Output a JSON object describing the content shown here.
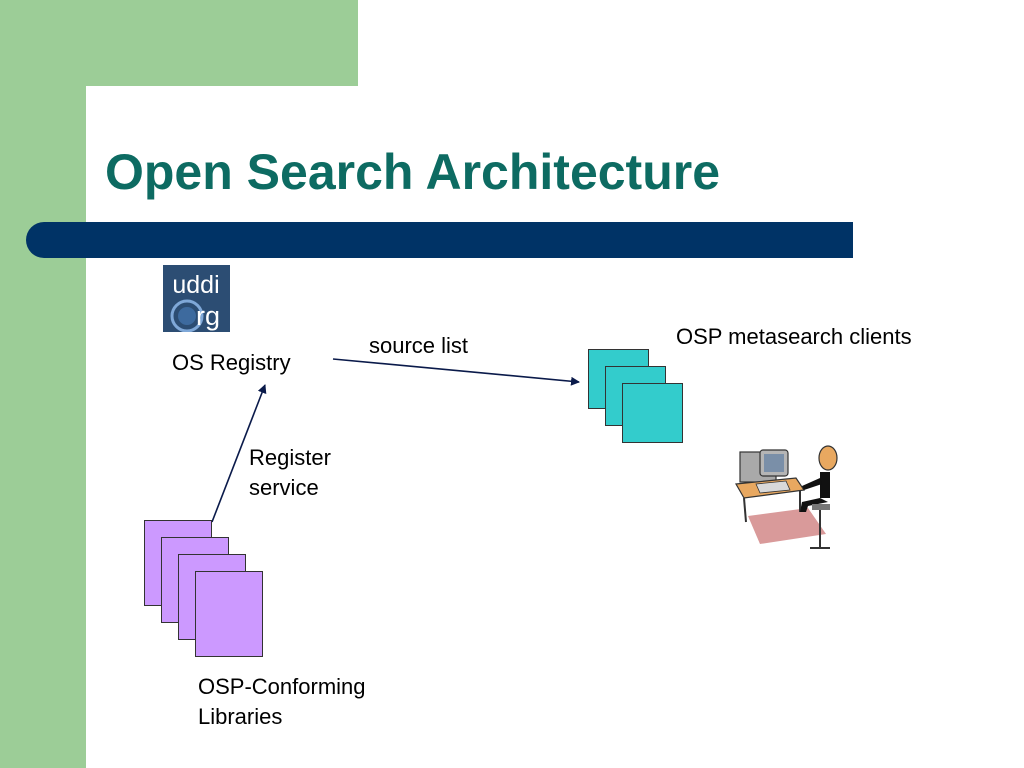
{
  "slide": {
    "title": "Open Search Architecture"
  },
  "labels": {
    "registry": "OS Registry",
    "source_list": "source list",
    "clients": "OSP metasearch clients",
    "register_service_line1": "Register",
    "register_service_line2": "service",
    "libraries_line1": "OSP-Conforming",
    "libraries_line2": "Libraries"
  },
  "logo": {
    "line1": "uddi",
    "line2": "rg"
  },
  "colors": {
    "sidebar_green": "#9ccd97",
    "title_bar_navy": "#003366",
    "title_text": "#0d6b62",
    "library_fill": "#cc99ff",
    "client_fill": "#33cccc",
    "arrow": "#0a1a4a"
  },
  "icons": {
    "logo": "uddi-org-logo",
    "person": "person-at-computer-clipart"
  }
}
